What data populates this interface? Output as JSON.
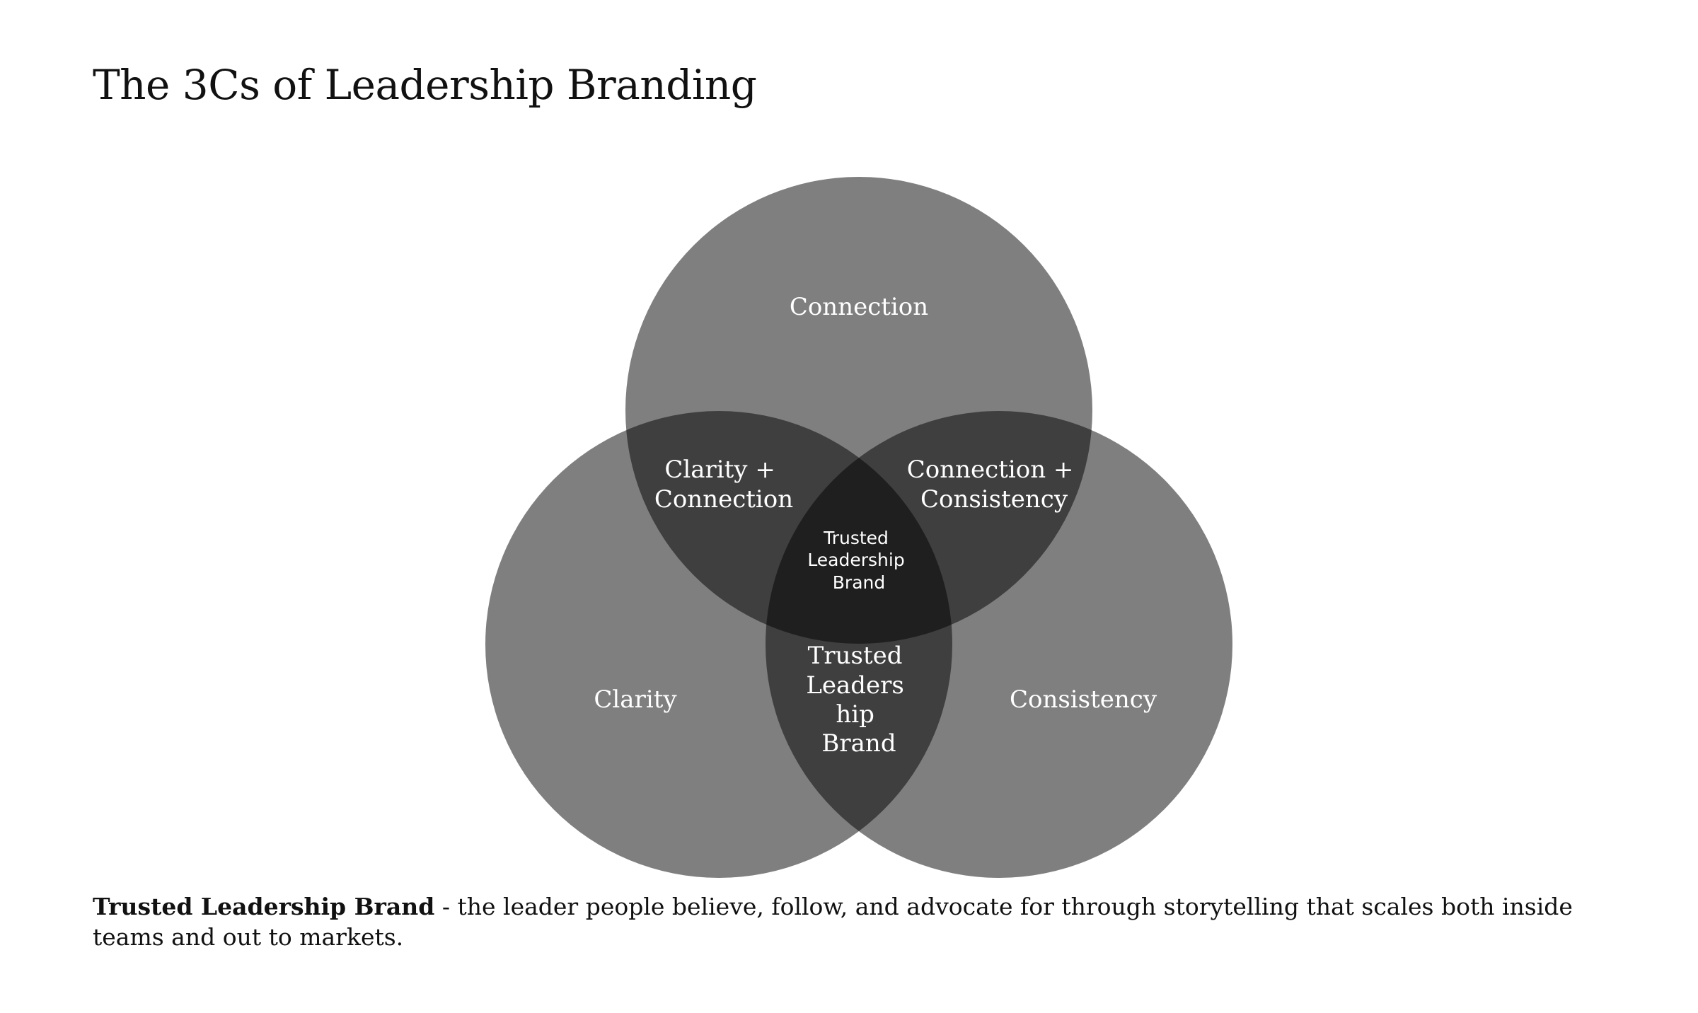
{
  "title": "The 3Cs of Leadership Branding",
  "diagram": {
    "type": "venn",
    "fill_color": "#000000",
    "fill_opacity": 0.5,
    "sets": {
      "top": "Connection",
      "left": "Clarity",
      "right": "Consistency"
    },
    "overlaps": {
      "left_top": [
        "Clarity +",
        "Connection"
      ],
      "top_right": [
        "Connection +",
        "Consistency"
      ],
      "left_right": [
        "Trusted",
        "Leaders",
        "hip",
        "Brand"
      ],
      "center": [
        "Trusted",
        "Leadership",
        "Brand"
      ]
    }
  },
  "footnote": {
    "term": "Trusted Leadership Brand",
    "text": " - the leader people believe, follow, and advocate for through storytelling that scales both inside teams and out to markets."
  }
}
